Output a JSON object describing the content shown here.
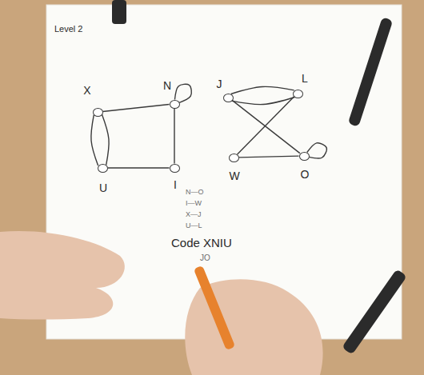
{
  "diagram": {
    "nodes": [
      {
        "text": [
          "X"
        ]
      },
      {
        "text": [
          "N"
        ]
      },
      {
        "text": [
          "J"
        ]
      },
      {
        "text": [
          "L"
        ]
      },
      {
        "text": [
          "U"
        ]
      },
      {
        "text": [
          "I"
        ]
      },
      {
        "text": [
          "W"
        ]
      },
      {
        "text": [
          "O"
        ]
      }
    ],
    "edges": [
      {
        "from": 0,
        "to": 1,
        "arrow": "none"
      },
      {
        "from": 0,
        "to": 4,
        "arrow": "none"
      },
      {
        "from": 0,
        "to": 4,
        "arrow": "none"
      },
      {
        "from": 4,
        "to": 5,
        "arrow": "none"
      },
      {
        "from": 1,
        "to": 5,
        "arrow": "none"
      },
      {
        "from": 1,
        "to": 1,
        "arrow": "none"
      },
      {
        "from": 2,
        "to": 3,
        "arrow": "none"
      },
      {
        "from": 2,
        "to": 3,
        "arrow": "none"
      },
      {
        "from": 2,
        "to": 7,
        "arrow": "none"
      },
      {
        "from": 3,
        "to": 6,
        "arrow": "none"
      },
      {
        "from": 6,
        "to": 7,
        "arrow": "none"
      },
      {
        "from": 7,
        "to": 7,
        "arrow": "none"
      }
    ],
    "labels": [
      "Level 2",
      "N—O",
      "I—W",
      "X—J",
      "U—L",
      "Code XNIU",
      "JO"
    ]
  }
}
